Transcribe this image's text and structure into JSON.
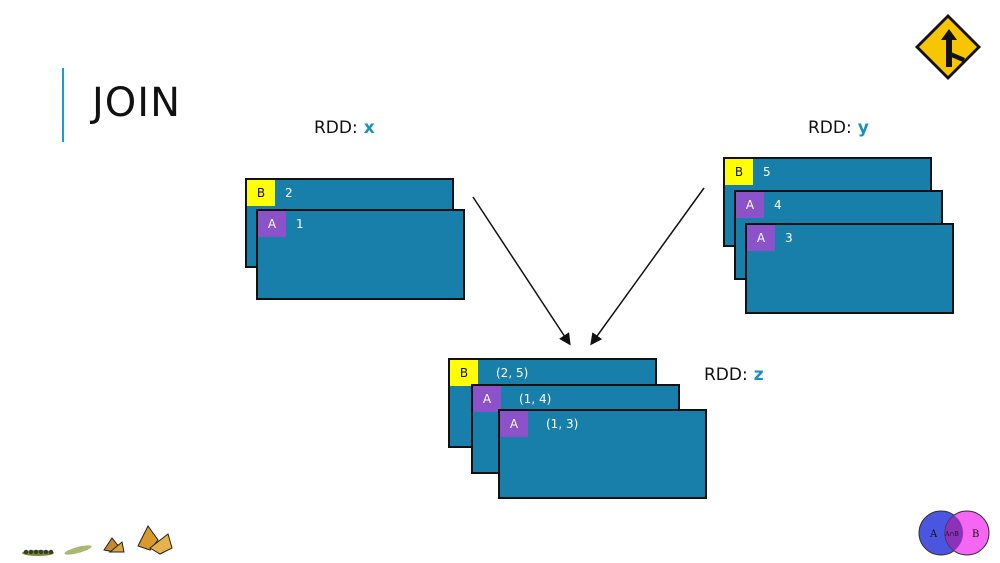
{
  "slide": {
    "title": "JOIN"
  },
  "rdd_x": {
    "label": "RDD:",
    "name": "x",
    "records": [
      {
        "key": "B",
        "value": "2"
      },
      {
        "key": "A",
        "value": "1"
      }
    ]
  },
  "rdd_y": {
    "label": "RDD:",
    "name": "y",
    "records": [
      {
        "key": "B",
        "value": "5"
      },
      {
        "key": "A",
        "value": "4"
      },
      {
        "key": "A",
        "value": "3"
      }
    ]
  },
  "rdd_z": {
    "label": "RDD:",
    "name": "z",
    "records": [
      {
        "key": "B",
        "value": "(2, 5)"
      },
      {
        "key": "A",
        "value": "(1, 4)"
      },
      {
        "key": "A",
        "value": "(1, 3)"
      }
    ]
  },
  "venn": {
    "left": "A",
    "center": "A∩B",
    "right": "B"
  },
  "icons": {
    "top_right": "merge-sign-icon",
    "bottom_left": "caterpillar-butterfly-icon"
  },
  "colors": {
    "accent": "#1a9bd7",
    "card": "#187fab",
    "key_yellow": "#ffff00",
    "key_purple": "#8b52c9"
  }
}
